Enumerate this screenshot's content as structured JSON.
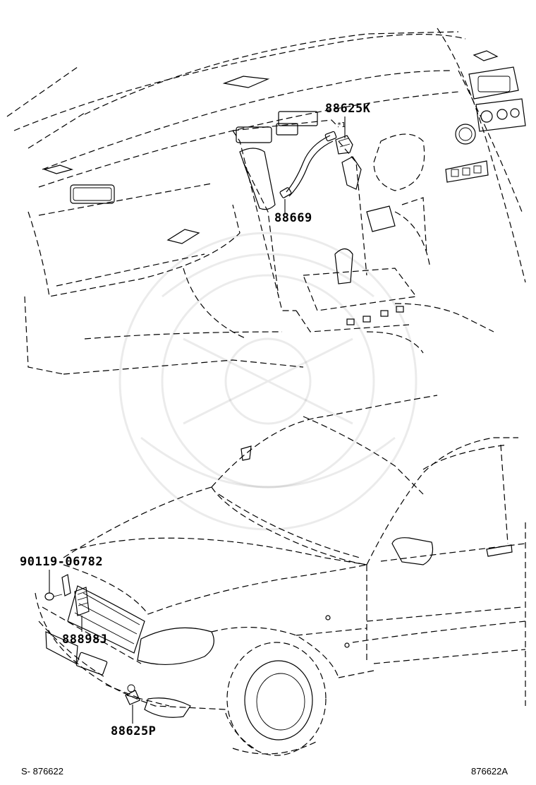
{
  "diagram": {
    "part_labels": {
      "horn_sw_k": "88625K",
      "wire_hose": "88669",
      "bolt": "90119-06782",
      "sensor": "88898J",
      "horn_sw_p": "88625P"
    },
    "callout_ref": "*1",
    "footer_left": "S- 876622",
    "footer_right": "876622A"
  }
}
